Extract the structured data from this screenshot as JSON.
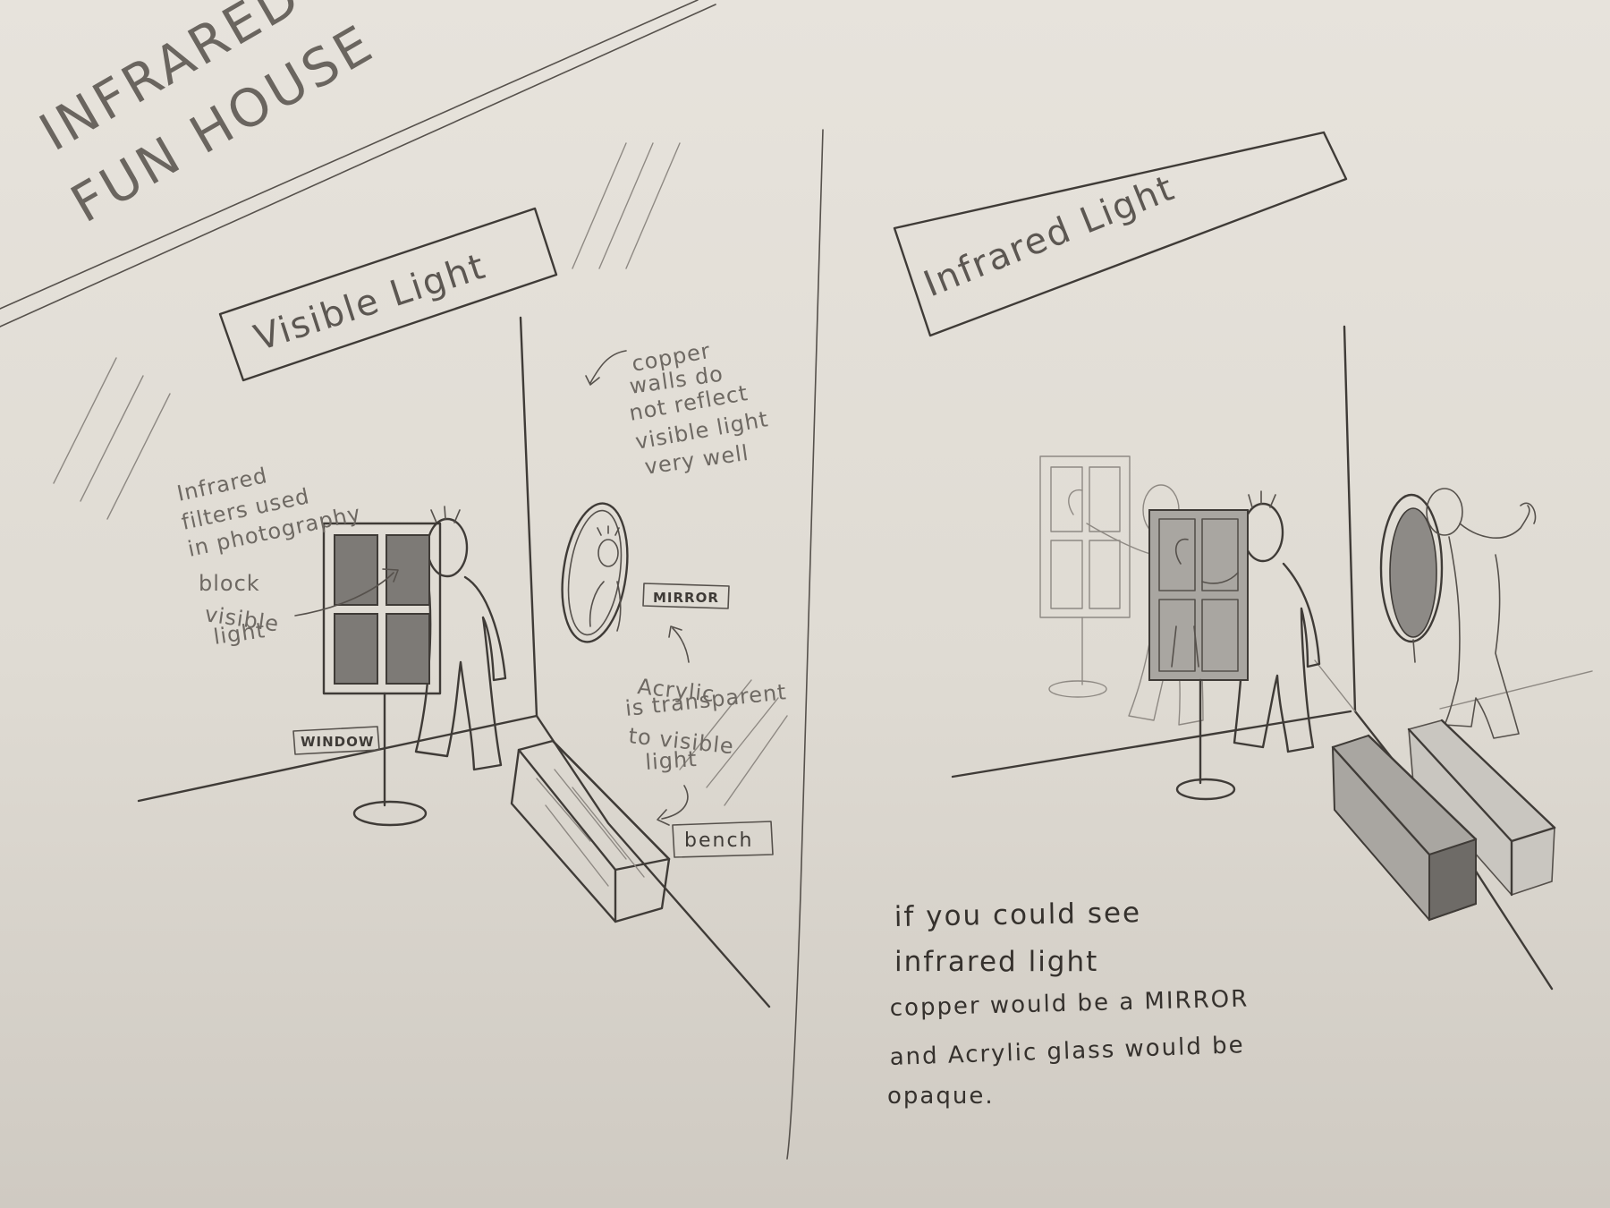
{
  "title": {
    "line1": "INFRARED",
    "line2": "FUN HOUSE"
  },
  "left_panel": {
    "banner": "Visible Light",
    "note_filters": [
      "Infrared",
      "filters used",
      "in photography",
      "block",
      "visible",
      "light"
    ],
    "note_copper": [
      "copper",
      "walls do",
      "not reflect",
      "visible light",
      "very well"
    ],
    "note_acrylic": [
      "Acrylic",
      "is transparent",
      "to visible",
      "light"
    ],
    "label_window": "WINDOW",
    "label_mirror": "MIRROR",
    "label_bench": "bench"
  },
  "right_panel": {
    "banner": "Infrared Light",
    "caption": [
      "if you could see",
      "infrared light",
      "copper would be a MIRROR",
      "and Acrylic glass would be",
      "opaque."
    ]
  }
}
